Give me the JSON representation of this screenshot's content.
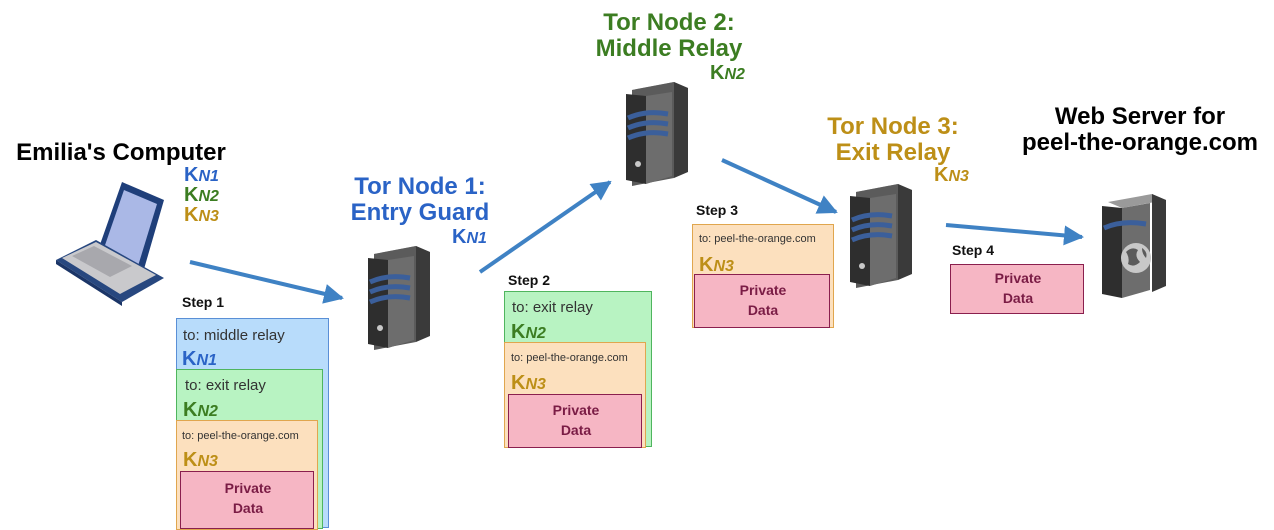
{
  "colors": {
    "blue": "#2a63c6",
    "green": "#3c7d22",
    "gold": "#bd8f17",
    "arrow": "#3f82c4",
    "private_data_text": "#7a1c45"
  },
  "nodes": {
    "computer": {
      "title": "Emilia's Computer",
      "icon": "laptop-icon",
      "keys": [
        {
          "k": "K",
          "sub": "N1"
        },
        {
          "k": "K",
          "sub": "N2"
        },
        {
          "k": "K",
          "sub": "N3"
        }
      ]
    },
    "node1": {
      "title_line1": "Tor Node 1:",
      "title_line2": "Entry Guard",
      "icon": "server-icon",
      "key": {
        "k": "K",
        "sub": "N1"
      }
    },
    "node2": {
      "title_line1": "Tor Node 2:",
      "title_line2": "Middle Relay",
      "icon": "server-icon",
      "key": {
        "k": "K",
        "sub": "N2"
      }
    },
    "node3": {
      "title_line1": "Tor Node 3:",
      "title_line2": "Exit Relay",
      "icon": "server-icon",
      "key": {
        "k": "K",
        "sub": "N3"
      }
    },
    "webserver": {
      "title_line1": "Web Server for",
      "title_line2": "peel-the-orange.com",
      "icon": "web-server-globe-icon"
    }
  },
  "steps": {
    "step1": {
      "label": "Step 1",
      "layers": [
        {
          "to": "to: middle relay",
          "key": {
            "k": "K",
            "sub": "N1"
          }
        },
        {
          "to": "to: exit relay",
          "key": {
            "k": "K",
            "sub": "N2"
          }
        },
        {
          "to": "to: peel-the-orange.com",
          "key": {
            "k": "K",
            "sub": "N3"
          }
        }
      ],
      "payload": {
        "line1": "Private",
        "line2": "Data"
      }
    },
    "step2": {
      "label": "Step 2",
      "layers": [
        {
          "to": "to: exit relay",
          "key": {
            "k": "K",
            "sub": "N2"
          }
        },
        {
          "to": "to: peel-the-orange.com",
          "key": {
            "k": "K",
            "sub": "N3"
          }
        }
      ],
      "payload": {
        "line1": "Private",
        "line2": "Data"
      }
    },
    "step3": {
      "label": "Step 3",
      "layers": [
        {
          "to": "to: peel-the-orange.com",
          "key": {
            "k": "K",
            "sub": "N3"
          }
        }
      ],
      "payload": {
        "line1": "Private",
        "line2": "Data"
      }
    },
    "step4": {
      "label": "Step 4",
      "payload": {
        "line1": "Private",
        "line2": "Data"
      }
    }
  }
}
